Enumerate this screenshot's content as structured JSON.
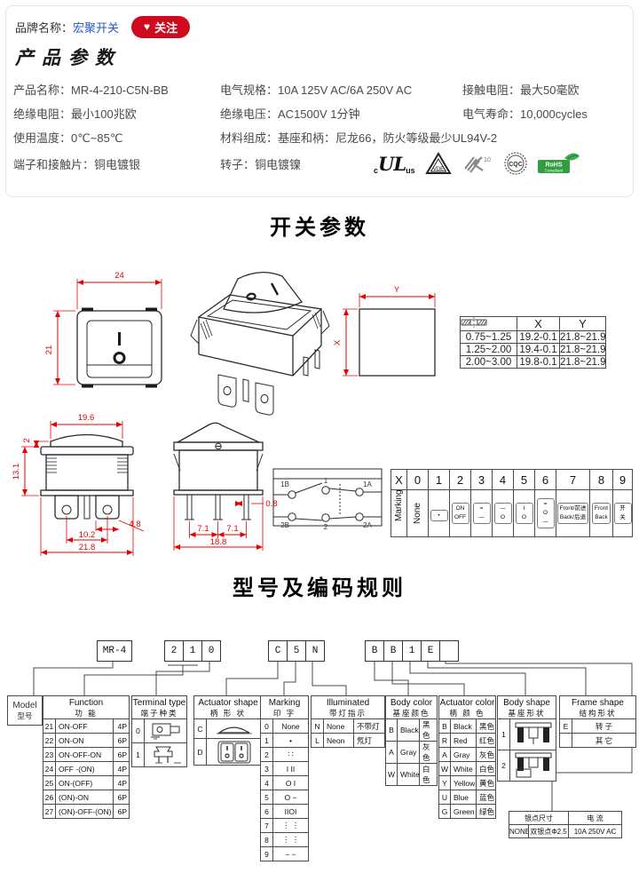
{
  "brand_bar": {
    "label": "品牌名称：",
    "name": "宏聚开关",
    "follow": "关注",
    "heart": "♥"
  },
  "sections": {
    "product_params": "产品参数",
    "switch_params": "开关参数",
    "model_coding": "型号及编码规则"
  },
  "product_params": {
    "specs": [
      {
        "label": "产品名称：",
        "value": "MR-4-210-C5N-BB"
      },
      {
        "label": "电气规格：",
        "value": "10A 125V AC/6A 250V AC"
      },
      {
        "label": "接触电阻：",
        "value": "最大50毫欧"
      },
      {
        "label": "绝缘电阻：",
        "value": "最小100兆欧"
      },
      {
        "label": "绝缘电压：",
        "value": "AC1500V 1分钟"
      },
      {
        "label": "电气寿命：",
        "value": "10,000cycles"
      },
      {
        "label": "使用温度：",
        "value": "0℃~85℃"
      },
      {
        "label": "材料组成：",
        "value": "基座和柄：尼龙66，防火等级最少UL94V-2"
      },
      {
        "label": "端子和接触片：",
        "value": "铜电镀银"
      },
      {
        "label": "转子：",
        "value": "铜电镀镍"
      }
    ]
  },
  "certs": {
    "ul_c": "c",
    "ul": "UL",
    "ul_us": "us",
    "vde": "VDE",
    "k10": "10",
    "cqc": "CQC",
    "rohs_line1": "RoHS",
    "rohs_line2": "Compliant"
  },
  "drawing_dims": {
    "front_width": "24",
    "front_height": "21",
    "cutout_width_label": "Y",
    "cutout_height_label": "X",
    "side_width": "19.6",
    "rocker_height": "2",
    "body_height": "13.1",
    "lug_width": "4.8",
    "lug_pitch": "10.2",
    "total_width": "21.8",
    "pin_thickness": "0.8",
    "pin_pitch_1": "7.1",
    "pin_pitch_2": "7.1",
    "depth": "18.8"
  },
  "cutout_table": {
    "headers": [
      "X",
      "Y"
    ],
    "rows": [
      [
        "0.75~1.25",
        "19.2-0.1",
        "21.8~21.9"
      ],
      [
        "1.25~2.00",
        "19.4-0.1",
        "21.8~21.9"
      ],
      [
        "2.00~3.00",
        "19.8-0.1",
        "21.8~21.9"
      ]
    ]
  },
  "circuit": {
    "terminals": [
      "1B",
      "1",
      "1A",
      "2B",
      "2",
      "2A"
    ]
  },
  "marking_code_table": {
    "axis": "X",
    "row_label": "Marking",
    "none_code": "0",
    "none_label": "None",
    "cols": [
      {
        "code": "1",
        "lines": [
          "•"
        ]
      },
      {
        "code": "2",
        "lines": [
          "ON",
          "OFF"
        ]
      },
      {
        "code": "3",
        "lines": [
          "=",
          "—"
        ]
      },
      {
        "code": "4",
        "lines": [
          "—",
          "O"
        ]
      },
      {
        "code": "5",
        "lines": [
          "I",
          "O"
        ]
      },
      {
        "code": "6",
        "lines": [
          "=",
          "O",
          "—"
        ]
      },
      {
        "code": "7",
        "lines": [
          "Front/前进",
          "Back/后退"
        ]
      },
      {
        "code": "8",
        "lines": [
          "Front",
          "Back"
        ]
      },
      {
        "code": "9",
        "lines": [
          "开",
          "关"
        ]
      }
    ]
  },
  "model_code": {
    "prefix": "MR-4",
    "groups": [
      [
        "2",
        "1",
        "0"
      ],
      [
        "C",
        "5",
        "N"
      ],
      [
        "B",
        "B",
        "1",
        "E",
        ""
      ]
    ]
  },
  "categories": {
    "model": {
      "en": "Model",
      "zh": "型号"
    },
    "function": {
      "en": "Function",
      "zh": "功 能",
      "rows": [
        [
          "21",
          "ON-OFF",
          "4P"
        ],
        [
          "22",
          "ON-ON",
          "6P"
        ],
        [
          "23",
          "ON-OFF-ON",
          "6P"
        ],
        [
          "24",
          "OFF -(ON)",
          "4P"
        ],
        [
          "25",
          "ON-(OFF)",
          "4P"
        ],
        [
          "26",
          "(ON)-ON",
          "6P"
        ],
        [
          "27",
          "(ON)-OFF-(ON)",
          "6P"
        ]
      ]
    },
    "terminal_type": {
      "en": "Terminal type",
      "zh": "端子种类",
      "rows": [
        {
          "code": "0"
        },
        {
          "code": "1"
        }
      ]
    },
    "actuator_shape": {
      "en": "Actuator shape",
      "zh": "柄 形 状",
      "rows": [
        {
          "code": "C"
        },
        {
          "code": "D"
        }
      ]
    },
    "marking": {
      "en": "Marking",
      "zh": "印 字",
      "rows": [
        [
          "0",
          "None"
        ],
        [
          "1",
          "•"
        ],
        [
          "2",
          "∶ ∶"
        ],
        [
          "3",
          "I II"
        ],
        [
          "4",
          "O I"
        ],
        [
          "5",
          "O −"
        ],
        [
          "6",
          "IIOI"
        ],
        [
          "7",
          "⋮ ⋮"
        ],
        [
          "8",
          "⋮ ⋮"
        ],
        [
          "9",
          "− −"
        ]
      ]
    },
    "illuminated": {
      "en": "Illuminated",
      "zh": "带灯指示",
      "rows": [
        [
          "N",
          "None",
          "不带灯"
        ],
        [
          "L",
          "Neon",
          "氖灯"
        ]
      ]
    },
    "body_color": {
      "en": "Body color",
      "zh": "基座颜色",
      "rows": [
        [
          "B",
          "Black",
          "黑色"
        ],
        [
          "A",
          "Gray",
          "灰色"
        ],
        [
          "W",
          "White",
          "白色"
        ]
      ]
    },
    "actuator_color": {
      "en": "Actuator color",
      "zh": "柄 颜 色",
      "rows": [
        [
          "B",
          "Black",
          "黑色"
        ],
        [
          "R",
          "Red",
          "红色"
        ],
        [
          "A",
          "Gray",
          "灰色"
        ],
        [
          "W",
          "White",
          "白色"
        ],
        [
          "Y",
          "Yellow",
          "黄色"
        ],
        [
          "U",
          "Blue",
          "蓝色"
        ],
        [
          "G",
          "Green",
          "绿色"
        ]
      ]
    },
    "body_shape": {
      "en": "Body shape",
      "zh": "基座形状",
      "rows": [
        {
          "code": "1"
        },
        {
          "code": "2"
        }
      ]
    },
    "frame_shape": {
      "en": "Frame shape",
      "zh": "结构形状",
      "rows": [
        [
          "E",
          "转 子"
        ],
        [
          "",
          "其 它"
        ]
      ]
    },
    "contact": {
      "headers": [
        "银点尺寸",
        "电 流"
      ],
      "row": [
        "NONE",
        "双银点Φ2.5",
        "10A 250V AC"
      ]
    }
  }
}
